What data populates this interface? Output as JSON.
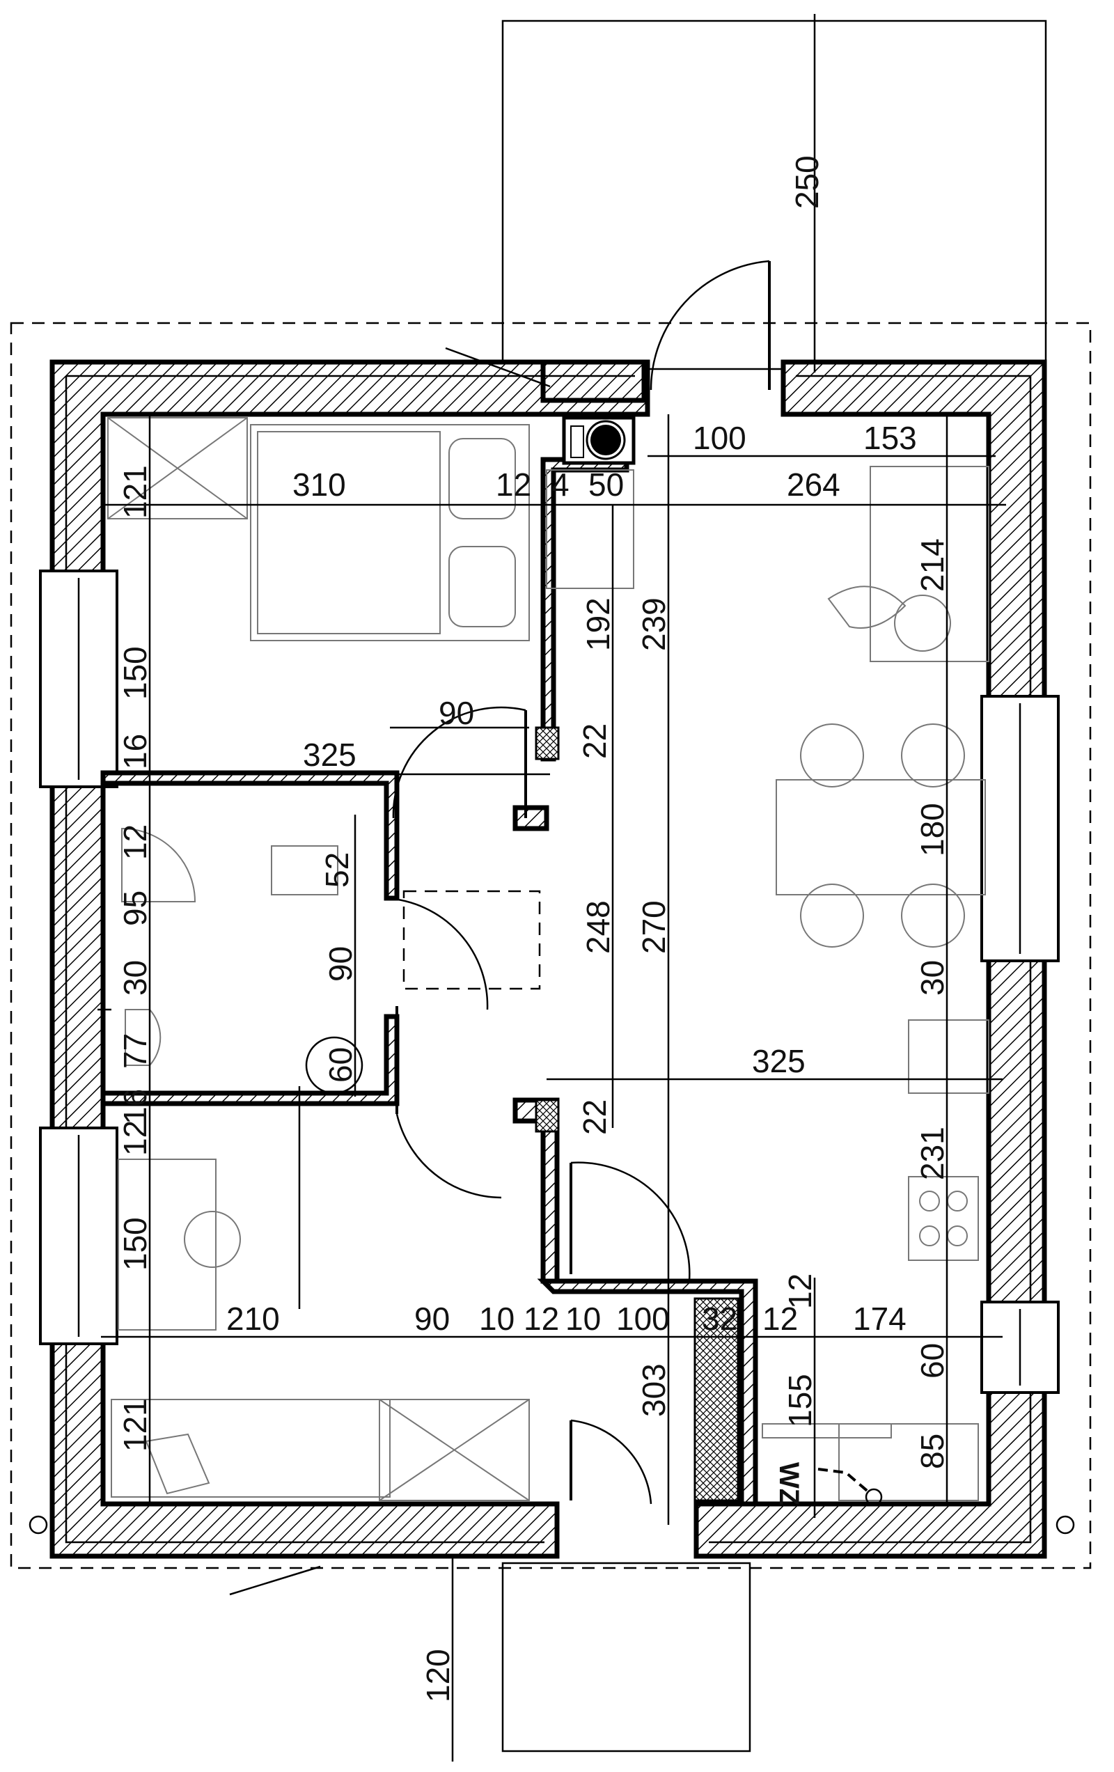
{
  "plan": {
    "labels": [
      "250",
      "100",
      "153",
      "310",
      "12",
      "4",
      "50",
      "264",
      "121",
      "214",
      "192",
      "239",
      "150",
      "90",
      "22",
      "325",
      "16",
      "12",
      "52",
      "180",
      "95",
      "248",
      "270",
      "90",
      "30",
      "30",
      "77",
      "60",
      "325",
      "22",
      "16",
      "12",
      "231",
      "150",
      "210",
      "90",
      "10",
      "12",
      "10",
      "100",
      "32",
      "12",
      "174",
      "12",
      "303",
      "60",
      "155",
      "85",
      "121",
      "120"
    ],
    "tags": [
      "WZ"
    ]
  }
}
